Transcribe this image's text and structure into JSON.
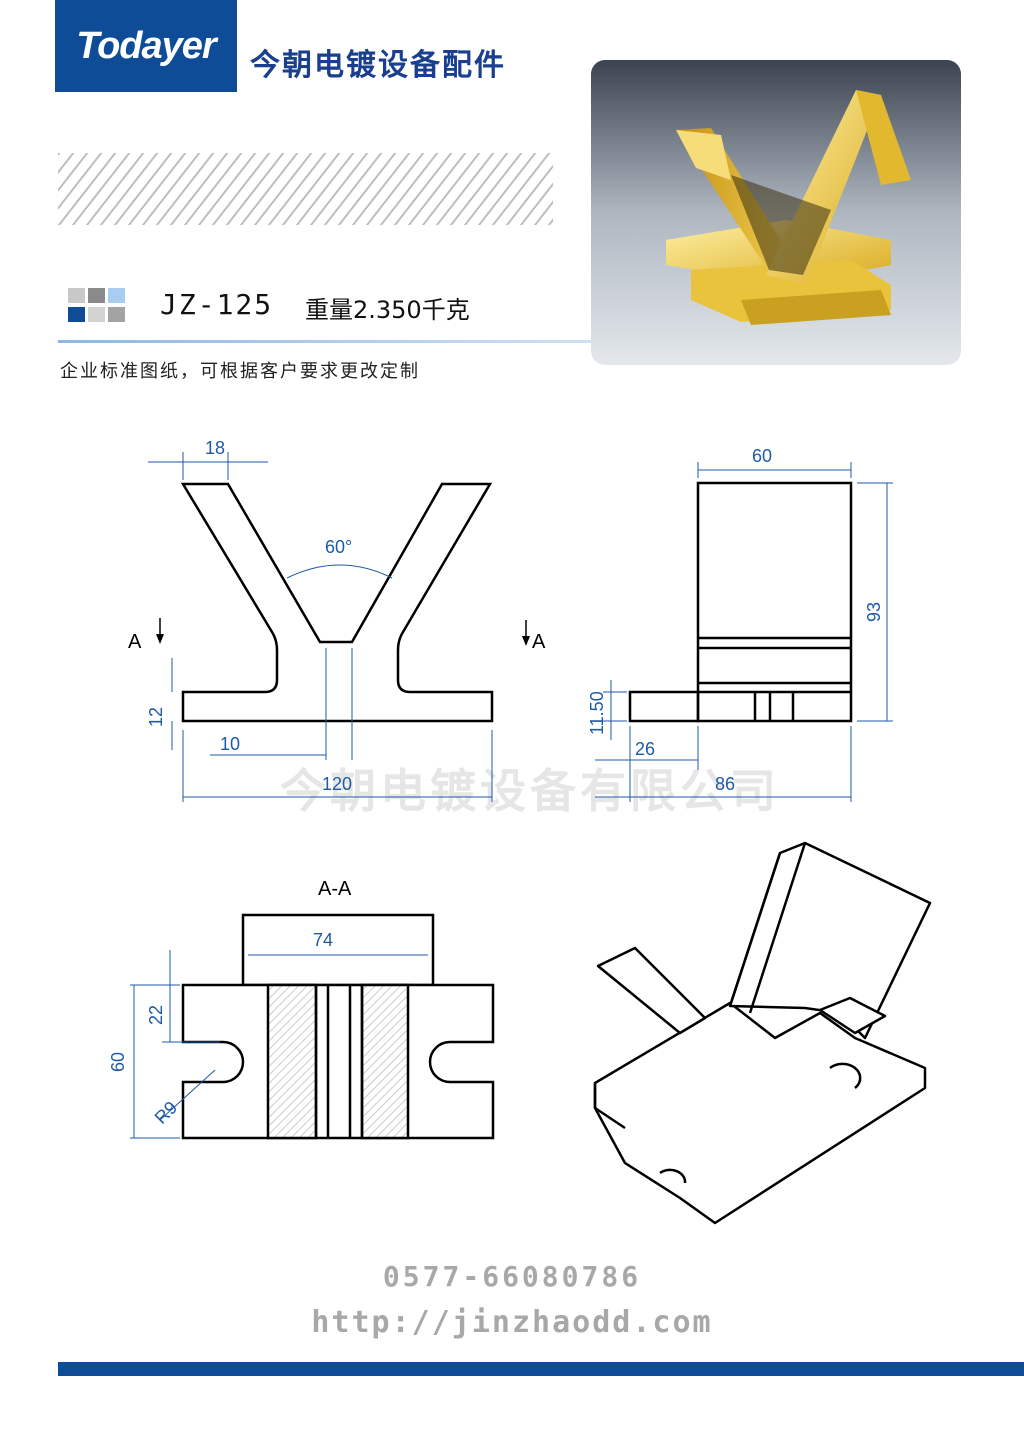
{
  "header": {
    "logo_text": "Todayer",
    "company_name": "今朝电镀设备配件"
  },
  "product": {
    "model": "JZ-125",
    "weight": "重量2.350千克",
    "note": "企业标准图纸，可根据客户要求更改定制"
  },
  "watermark": "今朝电镀设备有限公司",
  "front_view": {
    "dims": {
      "top_width": "18",
      "angle": "60°",
      "base_thickness": "12",
      "neck_width": "10",
      "total_width": "120"
    },
    "section_label_left": "A",
    "section_label_right": "A"
  },
  "side_view": {
    "dims": {
      "top_width": "60",
      "height": "93",
      "base_height": "11.50",
      "foot_length": "26",
      "total_length": "86"
    }
  },
  "section_view": {
    "title": "A-A",
    "dims": {
      "top_width": "74",
      "notch_offset": "22",
      "height": "60",
      "radius": "R9"
    }
  },
  "footer": {
    "phone": "0577-66080786",
    "website": "http://jinzhaodd.com"
  },
  "colors": {
    "brand_blue": "#0e4c97",
    "dimension_blue": "#1e5aa8",
    "part_gold": "#e8c23a",
    "footer_gray": "#a8a8a8"
  }
}
